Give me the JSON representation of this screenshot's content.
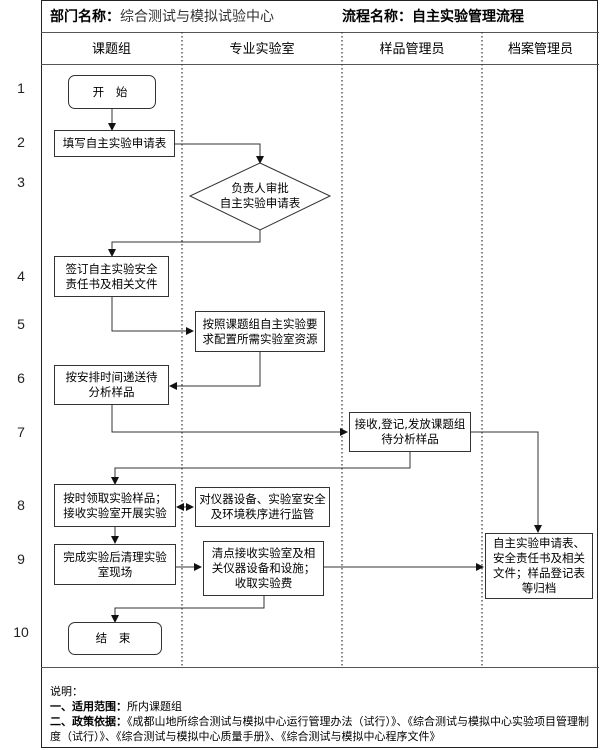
{
  "header": {
    "dept_label": "部门名称：",
    "dept_value": "综合测试与模拟试验中心",
    "process_label": "流程名称：",
    "process_value": "自主实验管理流程"
  },
  "lanes": [
    "课题组",
    "专业实验室",
    "样品管理员",
    "档案管理员"
  ],
  "rows": [
    "1",
    "2",
    "3",
    "4",
    "5",
    "6",
    "7",
    "8",
    "9",
    "10"
  ],
  "nodes": {
    "start": "开 始",
    "fill_form": "填写自主实验申请表",
    "approve_line1": "负责人审批",
    "approve_line2": "自主实验申请表",
    "sign_docs": "签订自主实验安全责任书及相关文件",
    "config_resources": "按照课题组自主实验要求配置所需实验室资源",
    "send_samples": "按安排时间递送待分析样品",
    "receive_samples": "接收,登记,发放课题组待分析样品",
    "collect_samples": "按时领取实验样品；接收实验室开展实验",
    "supervise": "对仪器设备、实验室安全及环境秩序进行监管",
    "cleanup": "完成实验后清理实验室现场",
    "checkin": "清点接收实验室及相关仪器设备和设施；收取实验费",
    "archive": "自主实验申请表、安全责任书及相关文件；样品登记表等归档",
    "end": "结 束"
  },
  "notes": {
    "title": "说明：",
    "scope_label": "一、适用范围：",
    "scope_value": "所内课题组",
    "policy_label": "二、政策依据：",
    "policy_value": "《成都山地所综合测试与模拟中心运行管理办法（试行）》、《综合测试与模拟中心实验项目管理制度（试行）》、《综合测试与模拟中心质量手册》、《综合测试与模拟中心程序文件》"
  }
}
